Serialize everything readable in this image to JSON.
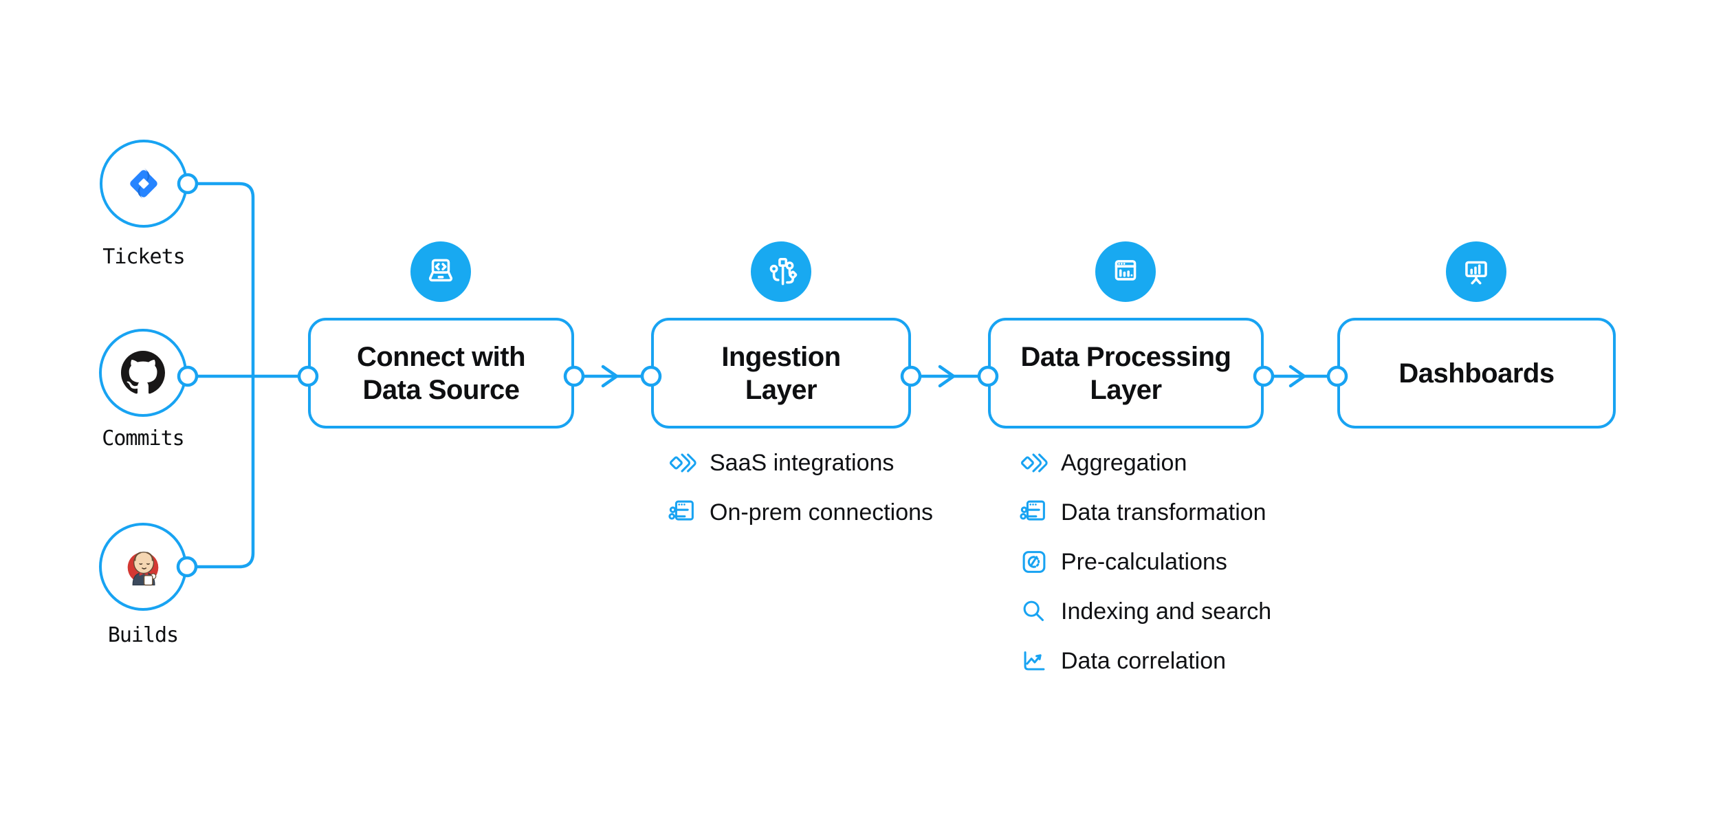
{
  "flow": {
    "colors": {
      "accent": "#18a3f2",
      "badge_fill": "#18a9f1",
      "jira_blue": "#2684ff",
      "github_black": "#191717",
      "jenkins_red": "#d33833",
      "text": "#0e0f11"
    },
    "sources": [
      {
        "label": "Tickets",
        "icon": "jira-icon"
      },
      {
        "label": "Commits",
        "icon": "github-icon"
      },
      {
        "label": "Builds",
        "icon": "jenkins-icon"
      }
    ],
    "stages": [
      {
        "label": "Connect with Data Source",
        "icon": "laptop-code-icon",
        "items": []
      },
      {
        "label": "Ingestion Layer",
        "icon": "circuit-icon",
        "items": [
          {
            "label": "SaaS integrations",
            "icon": "diamonds-icon"
          },
          {
            "label": "On-prem connections",
            "icon": "window-sliders-icon"
          }
        ]
      },
      {
        "label": "Data Processing Layer",
        "icon": "window-chart-icon",
        "items": [
          {
            "label": "Aggregation",
            "icon": "diamonds-icon"
          },
          {
            "label": "Data transformation",
            "icon": "window-sliders-icon"
          },
          {
            "label": "Pre-calculations",
            "icon": "gauge-icon"
          },
          {
            "label": "Indexing and search",
            "icon": "search-icon"
          },
          {
            "label": "Data correlation",
            "icon": "chart-line-icon"
          }
        ]
      },
      {
        "label": "Dashboards",
        "icon": "presentation-chart-icon",
        "items": []
      }
    ]
  }
}
